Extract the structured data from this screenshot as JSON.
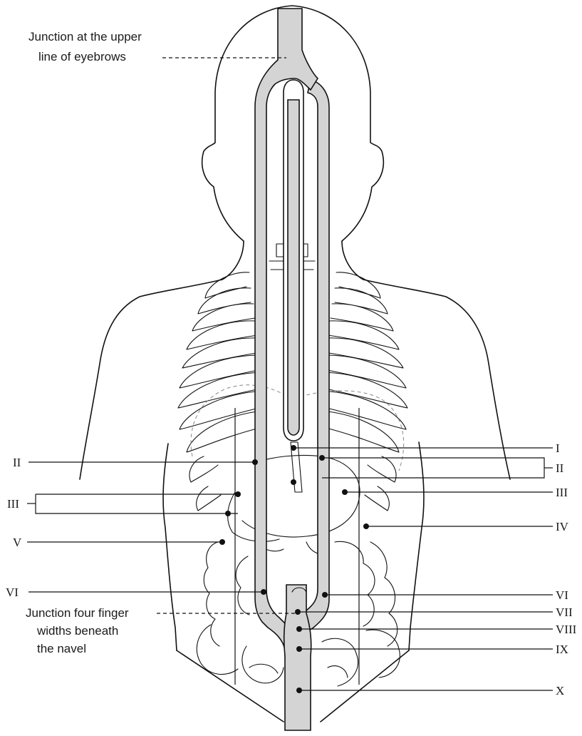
{
  "annotations": {
    "top_junction": [
      "Junction at the upper",
      "line of eyebrows"
    ],
    "bottom_junction": [
      "Junction four finger",
      "widths beneath",
      "the navel"
    ]
  },
  "left_labels": [
    "II",
    "III",
    "V",
    "VI"
  ],
  "right_labels": [
    "I",
    "II",
    "III",
    "IV",
    "VI",
    "VII",
    "VIII",
    "IX",
    "X"
  ]
}
